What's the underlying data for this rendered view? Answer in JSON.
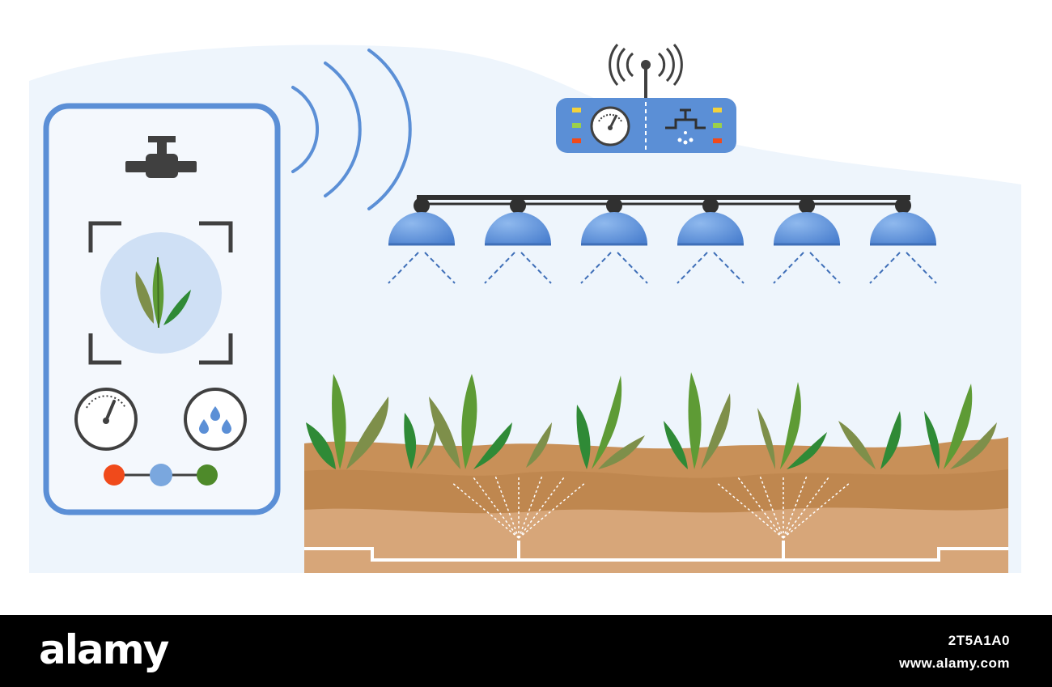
{
  "watermark": {
    "image_id": "2T5A1A0",
    "site_url": "www.alamy.com",
    "brand": "alamy"
  },
  "colors": {
    "sky": "#eef5fc",
    "accent_blue": "#5b8fd6",
    "lamp_blue": "#5a8fd8",
    "soil_top": "#c89058",
    "soil_mid": "#bf874f",
    "soil_deep": "#d7a679",
    "pipe": "#ffffff",
    "leaf_green": "#3f9a3a",
    "leaf_olive": "#7e8f4a",
    "status_red": "#f04a1b",
    "status_blue": "#7aa7de",
    "status_green": "#4e8a2a"
  },
  "icons": {
    "phone": [
      "valve-icon",
      "plant-scan-icon",
      "pressure-gauge-icon",
      "water-drops-icon"
    ],
    "controller": [
      "antenna-icon",
      "gauge-icon",
      "faucet-icon"
    ],
    "irrigation": [
      "grow-lamp-icon",
      "sprinkler-icon"
    ]
  }
}
